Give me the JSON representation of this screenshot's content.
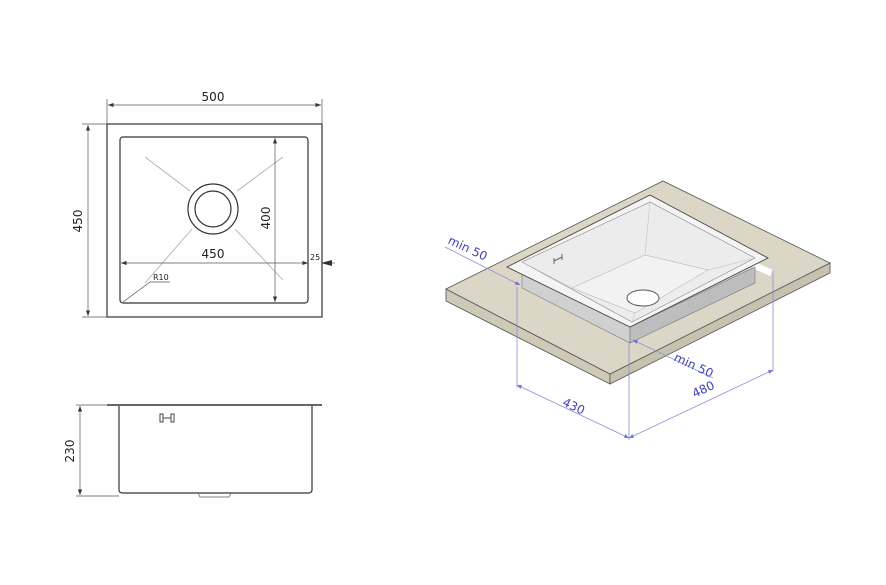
{
  "top_view": {
    "width_label": "500",
    "height_label": "450",
    "inner_depth_label": "400",
    "inner_width_label": "450",
    "rim_label": "25",
    "radius_label": "R10"
  },
  "side_view": {
    "height_label": "230"
  },
  "iso_view": {
    "min_left_label": "min 50",
    "min_front_label": "min 50",
    "cutout_width_label": "430",
    "cutout_depth_label": "480"
  },
  "colors": {
    "countertop": "#dcd6c6",
    "dimension_blue": "#3a3fc4"
  }
}
